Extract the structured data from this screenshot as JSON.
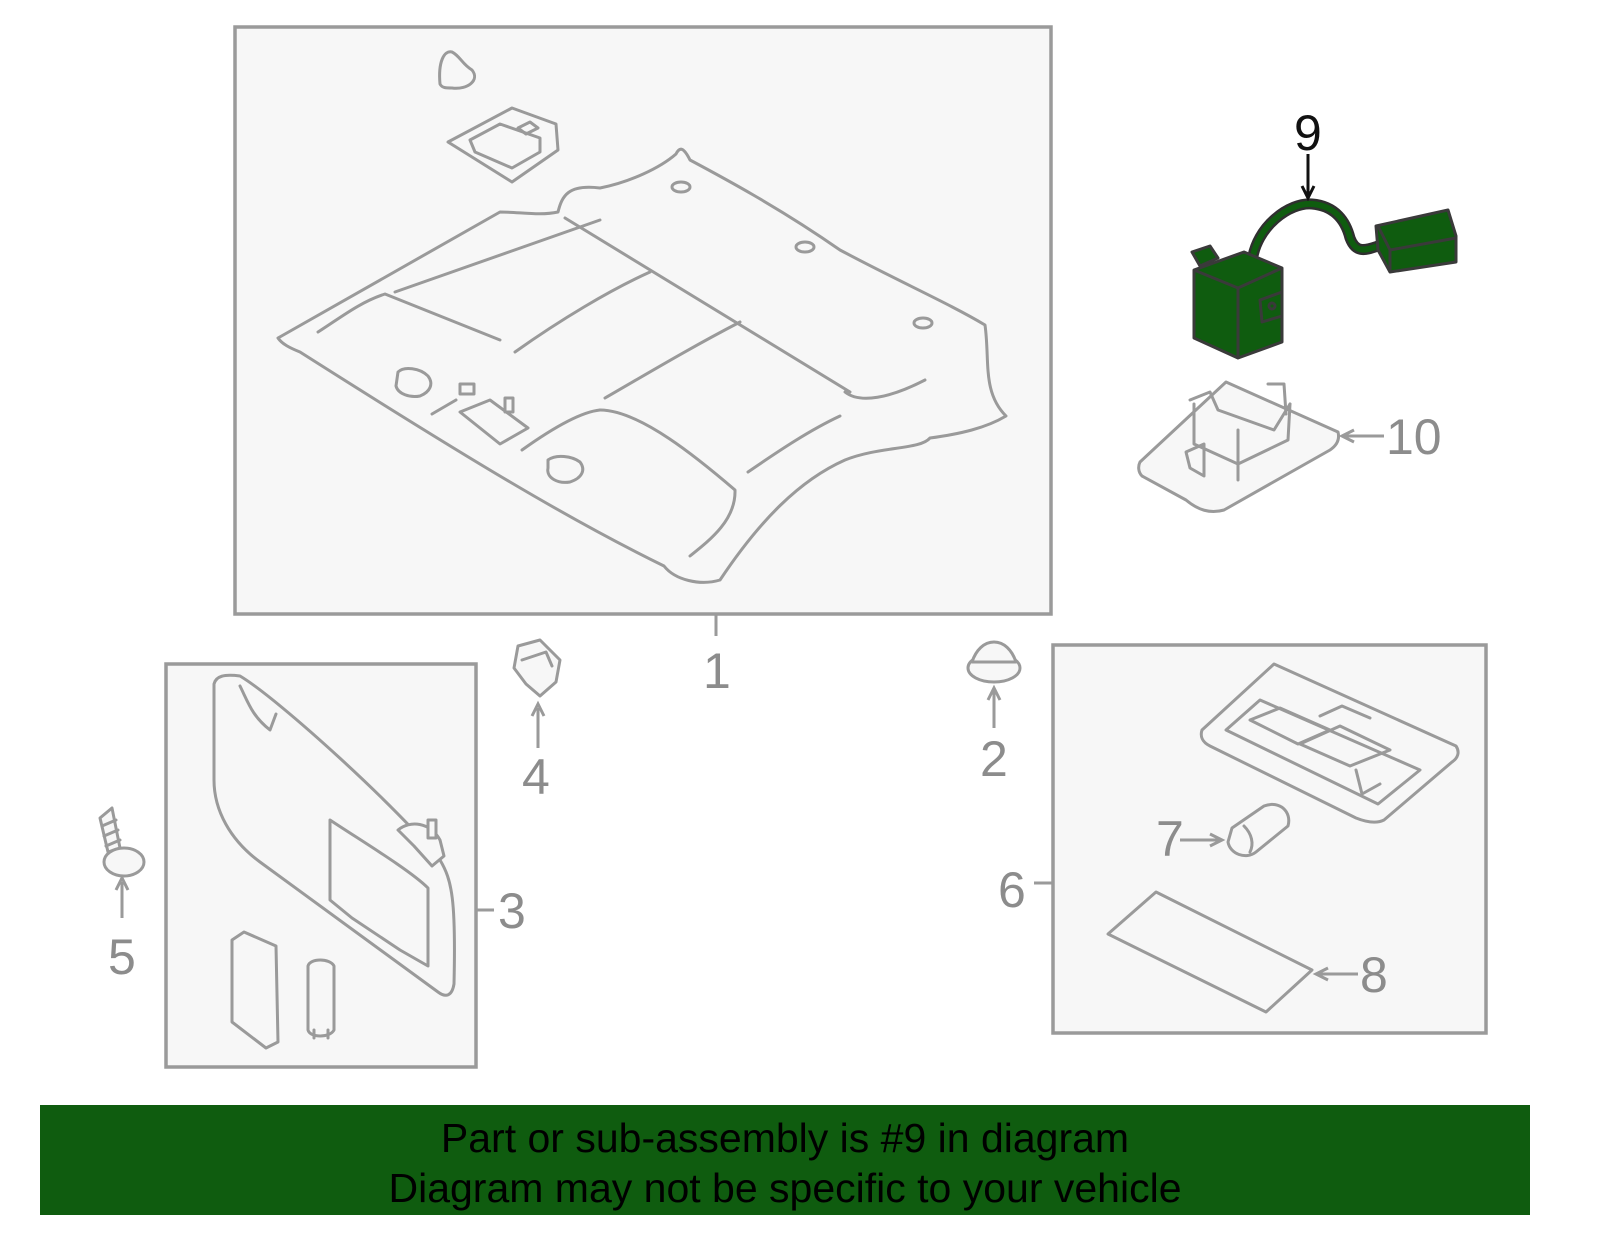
{
  "callouts": {
    "c1": "1",
    "c2": "2",
    "c3": "3",
    "c4": "4",
    "c5": "5",
    "c6": "6",
    "c7": "7",
    "c8": "8",
    "c9": "9",
    "c10": "10"
  },
  "banner": {
    "line1": "Part or sub-assembly is #9 in diagram",
    "line2": "Diagram may not be specific to your vehicle"
  },
  "colors": {
    "highlight": "#0f5c0f",
    "outline": "#9a9a9a",
    "panel_fill": "#f7f7f7"
  }
}
